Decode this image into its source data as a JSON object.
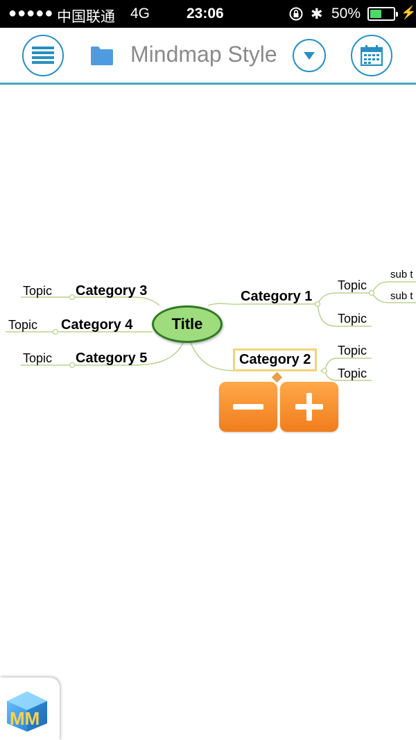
{
  "status_bar": {
    "signal": "●●●●●",
    "carrier": "中国联通",
    "network": "4G",
    "time": "23:06",
    "bluetooth": "✱",
    "battery_percent": "50%",
    "battery_level": 0.5,
    "charging": "⚡"
  },
  "toolbar": {
    "title": "Mindmap Style",
    "accent_color": "#2a8fc0",
    "menu_icon": "menu-icon",
    "folder_icon": "folder-icon",
    "dropdown_icon": "dropdown-arrow-icon",
    "calendar_icon": "calendar-icon"
  },
  "mindmap": {
    "title": "Title",
    "right": {
      "category1": {
        "label": "Category 1",
        "topics": [
          "Topic",
          "Topic"
        ],
        "subtopics": [
          "sub t",
          "sub t"
        ]
      },
      "category2": {
        "label": "Category 2",
        "topics": [
          "Topic",
          "Topic"
        ]
      }
    },
    "left": {
      "category3": {
        "label": "Category 3",
        "topic": "Topic"
      },
      "category4": {
        "label": "Category 4",
        "topic": "Topic"
      },
      "category5": {
        "label": "Category 5",
        "topic": "Topic"
      }
    },
    "selected_node": "Category 2"
  },
  "controls": {
    "collapse_icon": "minus-icon",
    "expand_icon": "plus-icon"
  },
  "app_logo_text": "MM"
}
